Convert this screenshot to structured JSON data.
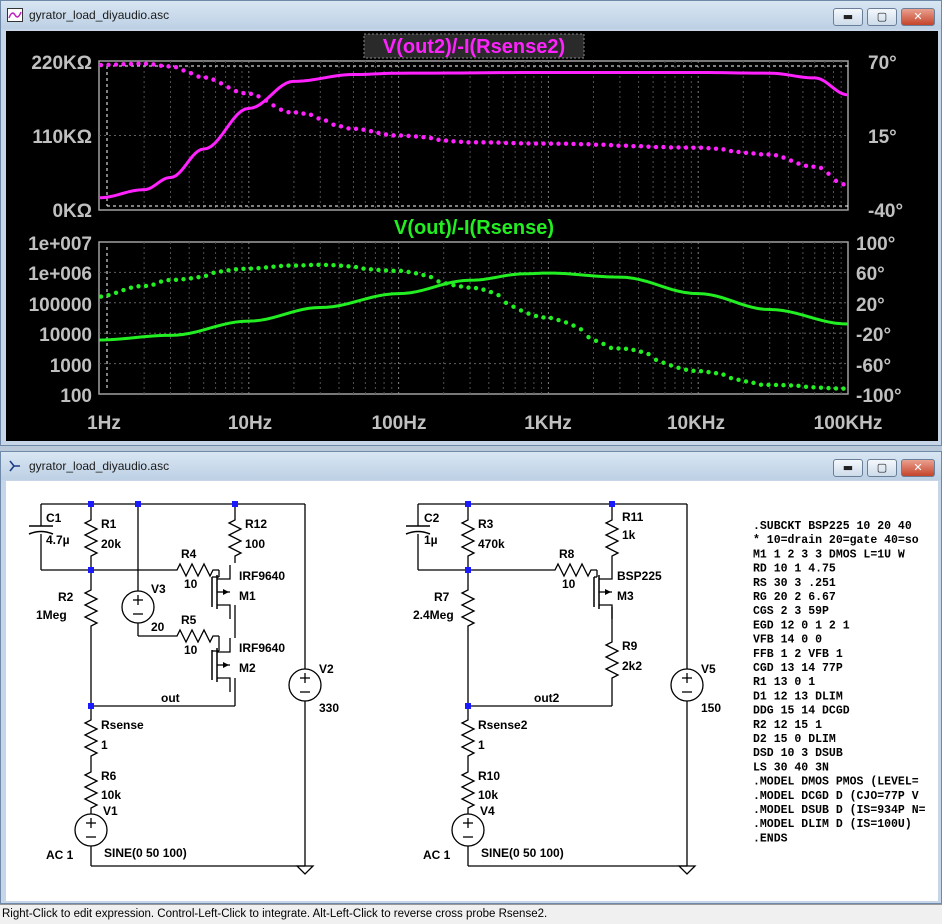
{
  "plot_window": {
    "title": "gyrator_load_diyaudio.asc"
  },
  "schematic_window": {
    "title": "gyrator_load_diyaudio.asc"
  },
  "window_buttons": {
    "minimize": "▬",
    "maximize": "▢",
    "close": "✕"
  },
  "colors": {
    "magenta": "#ff22ff",
    "green": "#22ee22",
    "axis_text": "#c0c0c0"
  },
  "chart_data": [
    {
      "type": "line",
      "title": "V(out2)/-I(Rsense2)",
      "x_scale": "log",
      "x_ticks": [
        "1Hz",
        "10Hz",
        "100Hz",
        "1KHz",
        "10KHz",
        "100KHz"
      ],
      "y_left_ticks": [
        "220KΩ",
        "110KΩ",
        "0KΩ"
      ],
      "y_right_ticks": [
        "70°",
        "15°",
        "-40°"
      ],
      "ylim_left": [
        0,
        220000
      ],
      "ylim_right": [
        -40,
        70
      ],
      "series": [
        {
          "name": "magnitude",
          "style": "solid",
          "axis": "left",
          "x": [
            1,
            2,
            3,
            5,
            10,
            20,
            50,
            100,
            1000,
            10000,
            30000,
            60000,
            100000
          ],
          "y": [
            18000,
            30000,
            48000,
            90000,
            150000,
            190000,
            200000,
            202000,
            203000,
            203000,
            202000,
            195000,
            170000
          ]
        },
        {
          "name": "phase",
          "style": "dotted",
          "axis": "right",
          "x": [
            1,
            2,
            3,
            5,
            10,
            20,
            50,
            100,
            300,
            1000,
            10000,
            30000,
            60000,
            100000
          ],
          "y": [
            67,
            68,
            66,
            58,
            46,
            32,
            20,
            15,
            10,
            9,
            6,
            1,
            -8,
            -22
          ]
        }
      ]
    },
    {
      "type": "line",
      "title": "V(out)/-I(Rsense)",
      "x_scale": "log",
      "x_ticks": [
        "1Hz",
        "10Hz",
        "100Hz",
        "1KHz",
        "10KHz",
        "100KHz"
      ],
      "y_left_ticks": [
        "1e+007",
        "1e+006",
        "100000",
        "10000",
        "1000",
        "100"
      ],
      "y_right_ticks": [
        "100°",
        "60°",
        "20°",
        "-20°",
        "-60°",
        "-100°"
      ],
      "ylim_left": [
        100,
        10000000
      ],
      "ylim_right": [
        -100,
        100
      ],
      "series": [
        {
          "name": "magnitude",
          "style": "solid",
          "axis": "left",
          "x": [
            1,
            3,
            10,
            30,
            100,
            300,
            700,
            1000,
            3000,
            10000,
            30000,
            100000
          ],
          "y": [
            6000,
            8500,
            25000,
            70000,
            200000,
            550000,
            900000,
            950000,
            700000,
            200000,
            60000,
            20000
          ]
        },
        {
          "name": "phase",
          "style": "dotted",
          "axis": "right",
          "x": [
            1,
            2,
            3,
            10,
            20,
            30,
            100,
            300,
            1000,
            3000,
            10000,
            30000,
            100000
          ],
          "y": [
            28,
            42,
            50,
            65,
            69,
            70,
            62,
            40,
            0,
            -40,
            -70,
            -88,
            -93
          ]
        }
      ]
    }
  ],
  "schematic": {
    "left": {
      "c1": {
        "name": "C1",
        "value": "4.7µ"
      },
      "r1": {
        "name": "R1",
        "value": "20k"
      },
      "r2": {
        "name": "R2",
        "value": "1Meg"
      },
      "r4": {
        "name": "R4",
        "value": "10"
      },
      "r5": {
        "name": "R5",
        "value": "10"
      },
      "r12": {
        "name": "R12",
        "value": "100"
      },
      "v3": {
        "name": "V3",
        "value": "20"
      },
      "m1": {
        "name": "M1",
        "model": "IRF9640"
      },
      "m2": {
        "name": "M2",
        "model": "IRF9640"
      },
      "v2": {
        "name": "V2",
        "value": "330"
      },
      "out": "out",
      "rsense": {
        "name": "Rsense",
        "value": "1"
      },
      "r6": {
        "name": "R6",
        "value": "10k"
      },
      "v1": {
        "name": "V1",
        "ac": "AC 1",
        "value": "SINE(0 50 100)"
      }
    },
    "right": {
      "c2": {
        "name": "C2",
        "value": "1µ"
      },
      "r3": {
        "name": "R3",
        "value": "470k"
      },
      "r7": {
        "name": "R7",
        "value": "2.4Meg"
      },
      "r8": {
        "name": "R8",
        "value": "10"
      },
      "r11": {
        "name": "R11",
        "value": "1k"
      },
      "m3": {
        "name": "M3",
        "model": "BSP225"
      },
      "r9": {
        "name": "R9",
        "value": "2k2"
      },
      "v5": {
        "name": "V5",
        "value": "150"
      },
      "out": "out2",
      "rsense": {
        "name": "Rsense2",
        "value": "1"
      },
      "r10": {
        "name": "R10",
        "value": "10k"
      },
      "v4": {
        "name": "V4",
        "ac": "AC 1",
        "value": "SINE(0 50 100)"
      }
    },
    "netlist": [
      ".SUBCKT BSP225   10 20 40",
      "* 10=drain  20=gate  40=so",
      "M1   1  2  3  3  DMOS L=1U W",
      "RD  10  1  4.75",
      "RS  30  3  .251",
      "RG  20  2  6.67",
      "CGS  2  3  59P",
      "EGD 12  0  1  2  1",
      "VFB 14  0  0",
      "FFB  1  2  VFB  1",
      "CGD 13 14  77P",
      "R1  13  0  1",
      "D1  12 13  DLIM",
      "DDG 15 14  DCGD",
      "R2  12 15  1",
      "D2  15  0  DLIM",
      "DSD 10  3  DSUB",
      "LS  30 40  3N",
      ".MODEL DMOS PMOS (LEVEL=",
      ".MODEL DCGD D (CJO=77P V",
      ".MODEL DSUB D (IS=934P N=",
      ".MODEL DLIM D (IS=100U)",
      ".ENDS"
    ]
  },
  "status_bar": "Right-Click to edit expression. Control-Left-Click to integrate. Alt-Left-Click to reverse cross probe Rsense2."
}
